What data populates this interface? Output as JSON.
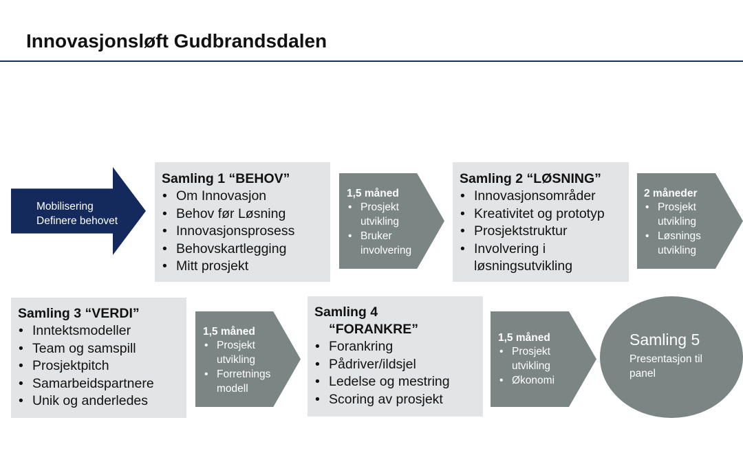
{
  "title": "Innovasjonsløft Gudbrandsdalen",
  "colors": {
    "title_rule": "#1c2f63",
    "mobilisering_arrow": "#142a5c",
    "box_fill": "#e3e4e5",
    "arrow_fill": "#7a8584"
  },
  "mobilisering": {
    "lines": [
      "Mobilisering",
      "Definere behovet"
    ]
  },
  "samling1": {
    "title": "Samling 1 “BEHOV”",
    "items": [
      "Om Innovasjon",
      "Behov før Løsning",
      "Innovasjonsprosess",
      "Behovskartlegging",
      "Mitt prosjekt"
    ]
  },
  "arrow1": {
    "duration": "1,5 måned",
    "items": [
      "Prosjekt utvikling",
      "Bruker involvering"
    ]
  },
  "samling2": {
    "title": "Samling 2 “LØSNING”",
    "items": [
      "Innovasjonsområder",
      "Kreativitet og prototyp",
      "Prosjektstruktur",
      "Involvering i løsningsutvikling"
    ]
  },
  "arrow2": {
    "duration": "2 måneder",
    "items": [
      "Prosjekt utvikling",
      "Løsnings utvikling"
    ]
  },
  "samling3": {
    "title": "Samling 3 “VERDI”",
    "items": [
      "Inntektsmodeller",
      "Team og samspill",
      "Prosjektpitch",
      "Samarbeidspartnere",
      "Unik og anderledes"
    ]
  },
  "arrow3": {
    "duration": "1,5 måned",
    "items": [
      "Prosjekt utvikling",
      "Forretnings modell"
    ]
  },
  "samling4": {
    "title_line1": "Samling 4",
    "title_line2": "“FORANKRE”",
    "items": [
      "Forankring",
      "Pådriver/ildsjel",
      "Ledelse og mestring",
      "Scoring av prosjekt"
    ]
  },
  "arrow4": {
    "duration": "1,5 måned",
    "items": [
      "Prosjekt utvikling",
      "Økonomi"
    ]
  },
  "samling5": {
    "title": "Samling 5",
    "subtitle": "Presentasjon til panel"
  }
}
